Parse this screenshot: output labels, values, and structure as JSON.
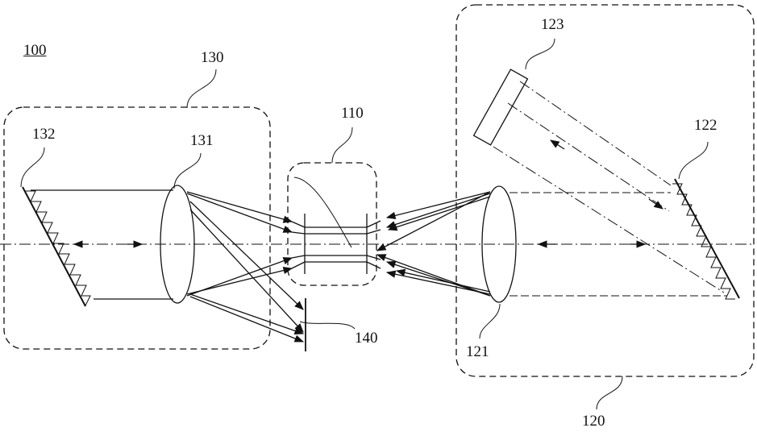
{
  "labels": {
    "system": "100",
    "slit_module": "110",
    "input_module": "120",
    "input_lens": "121",
    "input_grating": "122",
    "input_mirror": "123",
    "output_module": "130",
    "output_lens": "131",
    "output_grating": "132",
    "detector": "140"
  },
  "colors": {
    "ink": "#111111",
    "background": "#ffffff"
  }
}
